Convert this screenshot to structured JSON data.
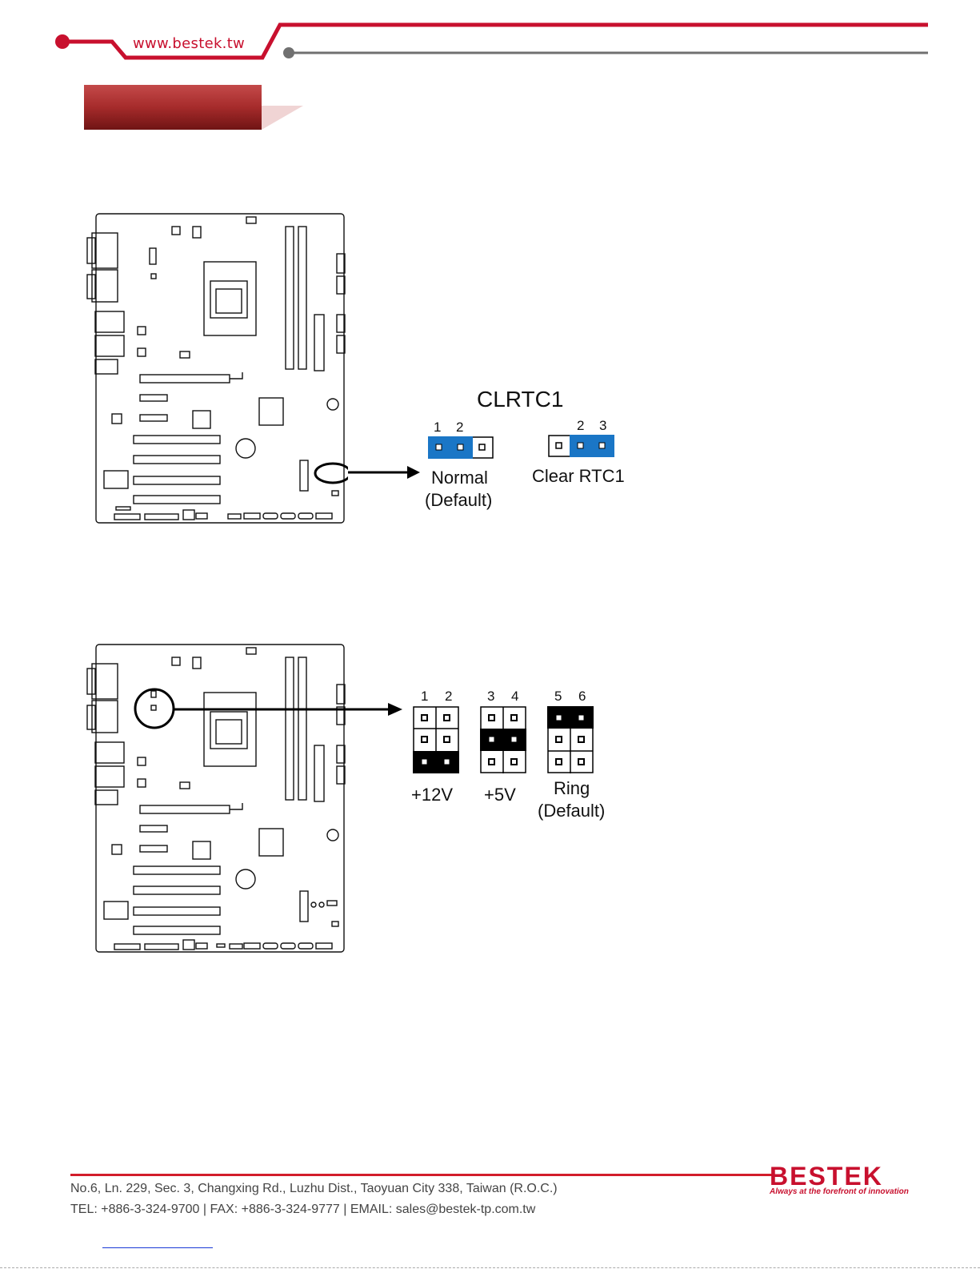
{
  "header": {
    "site_url": "www.bestek.tw",
    "accent_color": "#c8102e",
    "line_grey": "#707070"
  },
  "section_title_bar": {
    "text": ""
  },
  "clrtc_jumper": {
    "title": "CLRTC1",
    "normal": {
      "pins": [
        "1",
        "2"
      ],
      "label_line1": "Normal",
      "label_line2": "(Default)"
    },
    "clear": {
      "pins": [
        "2",
        "3"
      ],
      "label": "Clear RTC1"
    },
    "jumper_color": "#1a76c6"
  },
  "com_jumper": {
    "pin_pairs": [
      [
        "1",
        "2"
      ],
      [
        "3",
        "4"
      ],
      [
        "5",
        "6"
      ]
    ],
    "options": [
      {
        "label_line1": "+12V",
        "label_line2": ""
      },
      {
        "label_line1": "+5V",
        "label_line2": ""
      },
      {
        "label_line1": "Ring",
        "label_line2": "(Default)"
      }
    ],
    "jumper_color": "#000000"
  },
  "footer": {
    "address": "No.6, Ln. 229, Sec. 3, Changxing Rd., Luzhu Dist., Taoyuan City 338, Taiwan (R.O.C.)",
    "contact": "TEL: +886-3-324-9700 | FAX: +886-3-324-9777 | EMAIL: sales@bestek-tp.com.tw",
    "logo_text": "BESTEK",
    "logo_tagline": "Always at the forefront of innovation"
  }
}
